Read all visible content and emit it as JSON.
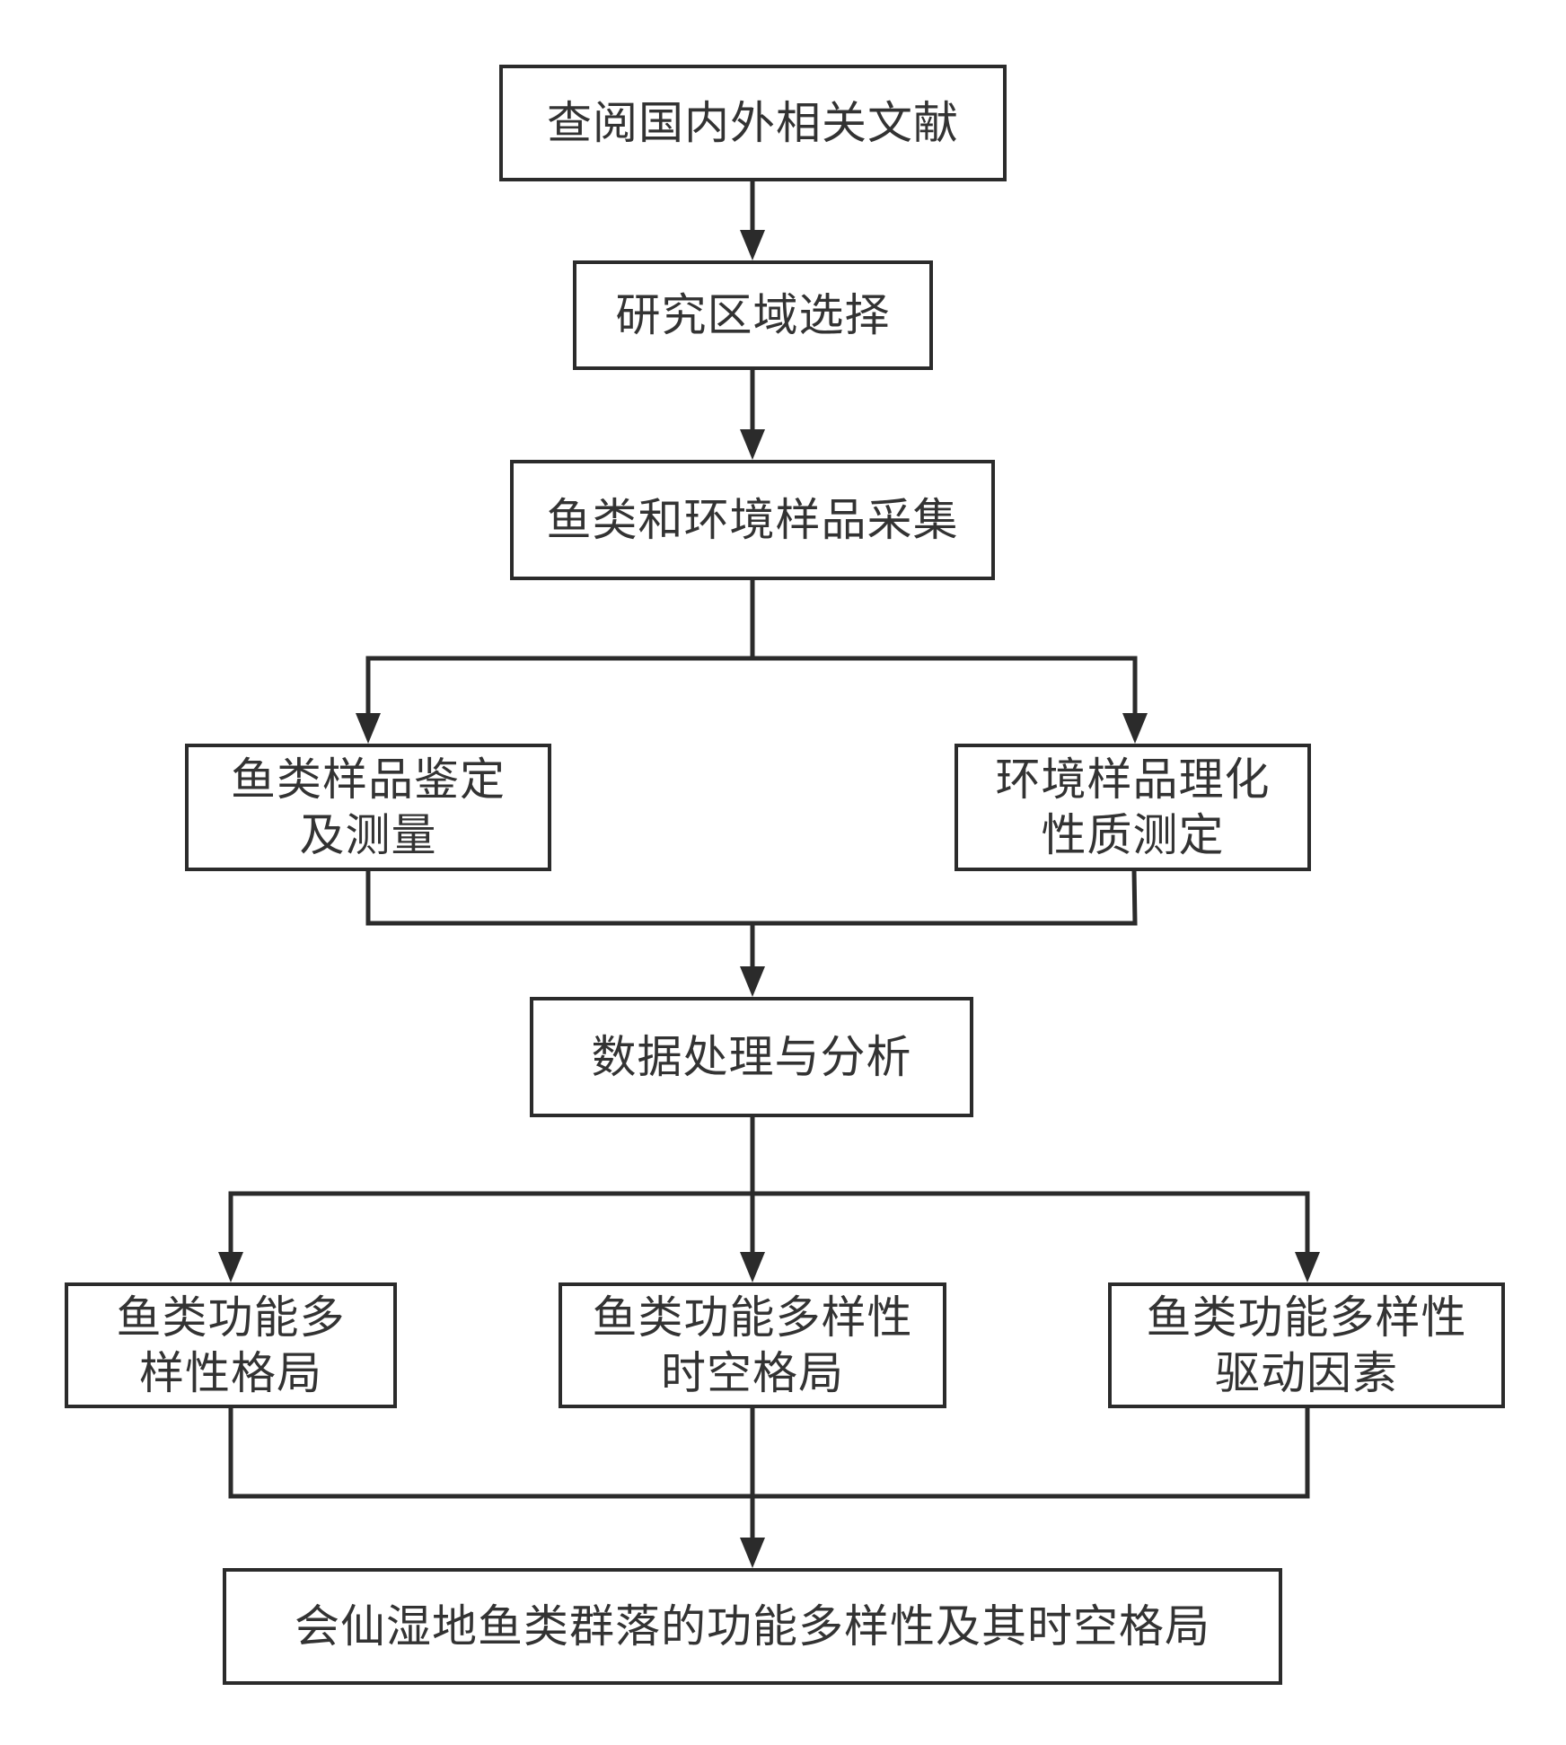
{
  "flowchart": {
    "nodes": {
      "literature_review": "查阅国内外相关文献",
      "study_area_selection": "研究区域选择",
      "sample_collection": "鱼类和环境样品采集",
      "fish_identification": "鱼类样品鉴定\n及测量",
      "env_analysis": "环境样品理化\n性质测定",
      "data_processing": "数据处理与分析",
      "fd_pattern": "鱼类功能多\n样性格局",
      "fd_spatiotemporal": "鱼类功能多样性\n时空格局",
      "fd_drivers": "鱼类功能多样性\n驱动因素",
      "conclusion": "会仙湿地鱼类群落的功能多样性及其时空格局"
    },
    "colors": {
      "line": "#2b2b2b",
      "text": "#333333",
      "background": "#ffffff"
    }
  }
}
